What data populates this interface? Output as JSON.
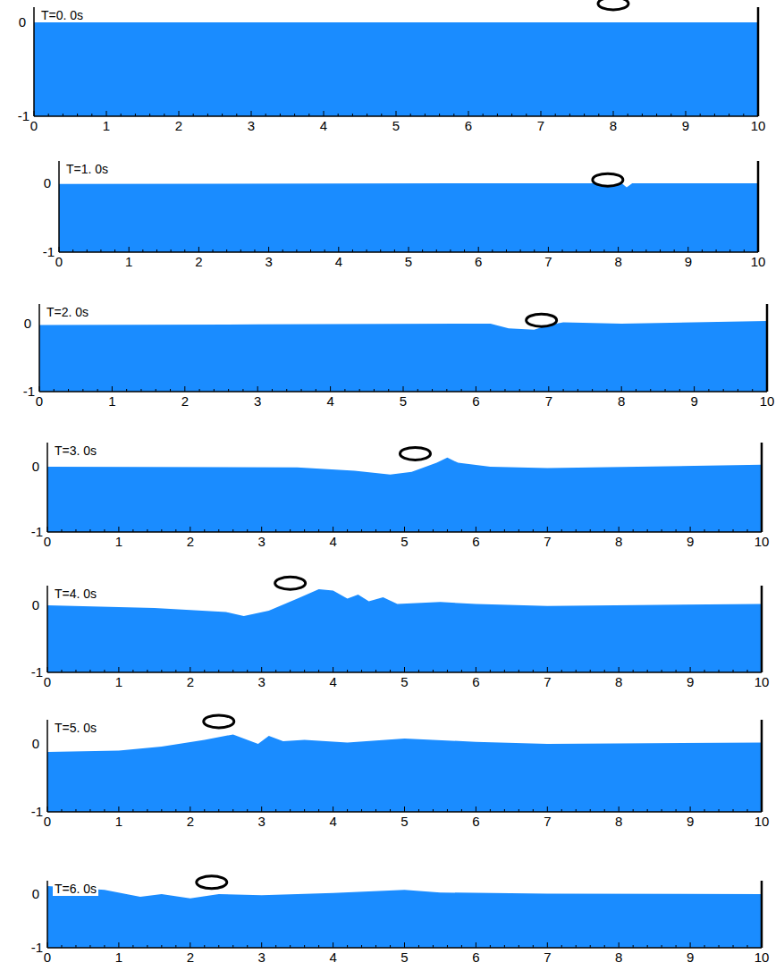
{
  "diagram": {
    "labels": [
      "T=0. 0s",
      "0",
      "-1",
      "0",
      "1",
      "2",
      "3",
      "4",
      "5",
      "6",
      "7",
      "8",
      "9",
      "10",
      "T=1. 0s",
      "0",
      "-1",
      "0",
      "1",
      "2",
      "3",
      "4",
      "5",
      "6",
      "7",
      "8",
      "9",
      "10",
      "T=2. 0s",
      "0",
      "-1",
      "0",
      "1",
      "2",
      "3",
      "4",
      "5",
      "6",
      "7",
      "8",
      "9",
      "10",
      "T=3. 0s",
      "0",
      "-1",
      "0",
      "1",
      "2",
      "3",
      "4",
      "5",
      "6",
      "7",
      "8",
      "9",
      "10",
      "T=4. 0s",
      "0",
      "-1",
      "0",
      "1",
      "2",
      "3",
      "4",
      "5",
      "6",
      "7",
      "8",
      "9",
      "10",
      "T=5. 0s",
      "0",
      "-1",
      "0",
      "1",
      "2",
      "3",
      "4",
      "5",
      "6",
      "7",
      "8",
      "9",
      "10",
      "T=6. 0s",
      "0",
      "-1",
      "0",
      "1",
      "2",
      "3",
      "4",
      "5",
      "6",
      "7",
      "8",
      "9",
      "10"
    ]
  }
}
